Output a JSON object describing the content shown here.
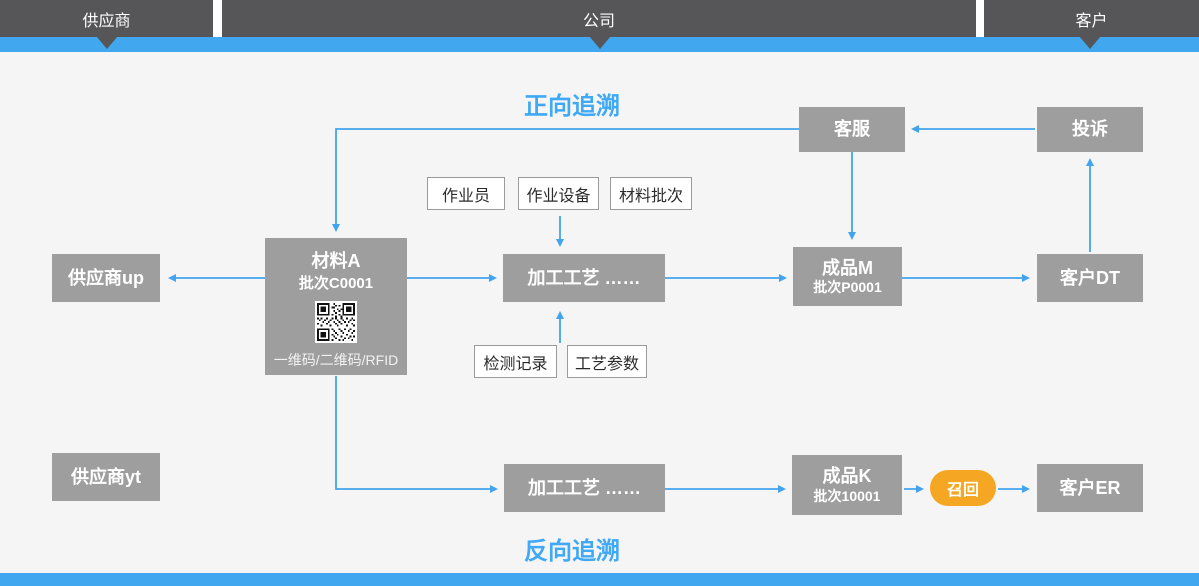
{
  "header": {
    "lanes": [
      {
        "label": "供应商"
      },
      {
        "label": "公司"
      },
      {
        "label": "客户"
      }
    ]
  },
  "titles": {
    "forward": "正向追溯",
    "backward": "反向追溯"
  },
  "nodes": {
    "customer_service": "客服",
    "complaint": "投诉",
    "supplier_up": "供应商up",
    "material_a": {
      "name": "材料A",
      "batch": "批次C0001",
      "code_label": "一维码/二维码/RFID"
    },
    "process_1": "加工工艺 ……",
    "product_m": {
      "name": "成品M",
      "batch": "批次P0001"
    },
    "customer_dt": "客户DT",
    "supplier_yt": "供应商yt",
    "process_2": "加工工艺 ……",
    "product_k": {
      "name": "成品K",
      "batch": "批次10001"
    },
    "recall": "召回",
    "customer_er": "客户ER"
  },
  "tags": {
    "operator": "作业员",
    "equipment": "作业设备",
    "material_batch": "材料批次",
    "inspection_record": "检测记录",
    "process_params": "工艺参数"
  },
  "colors": {
    "header_dark": "#565658",
    "accent_blue_bar": "#41a7ef",
    "arrow_blue": "#42a4ec",
    "title_blue": "#3fa9f5",
    "node_gray": "#9e9e9e",
    "recall_orange": "#f5a623",
    "background": "#f5f5f6"
  }
}
